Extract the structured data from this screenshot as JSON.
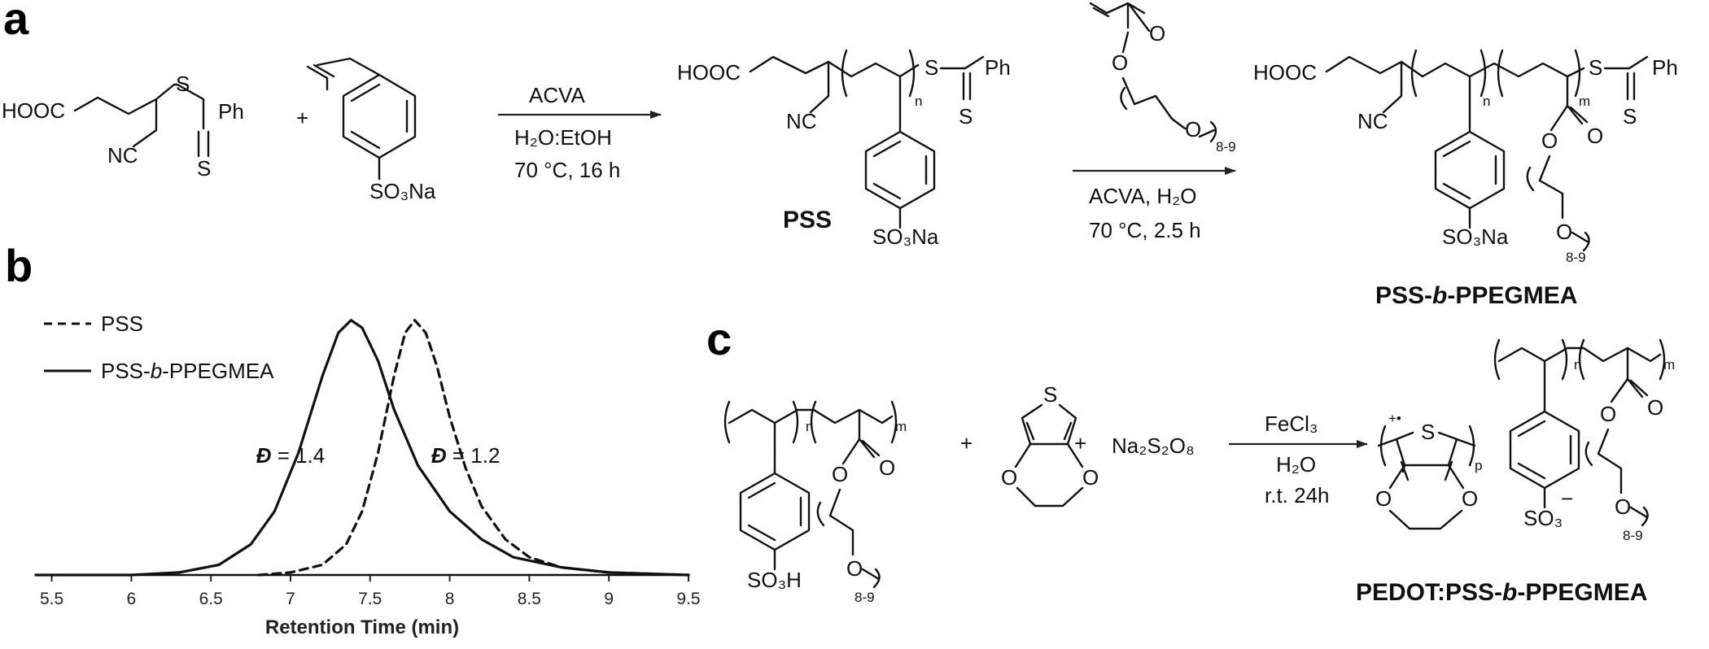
{
  "panels": {
    "a": "a",
    "b": "b",
    "c": "c"
  },
  "scheme_a": {
    "cta_hooc": "HOOC",
    "cta_s": "S",
    "cta_ph": "Ph",
    "cta_nc": "NC",
    "cta_thione_s": "S",
    "plus": "+",
    "monomer_so3na": "SO₃Na",
    "step1_reagent": "ACVA",
    "step1_solvent": "H₂O:EtOH",
    "step1_conditions": "70 °C, 16 h",
    "pss_hooc": "HOOC",
    "pss_nc": "NC",
    "pss_n": "n",
    "pss_s": "S",
    "pss_ph": "Ph",
    "pss_thione_s": "S",
    "pss_so3na": "SO₃Na",
    "pss_name": "PSS",
    "acrylate_o_carbonyl": "O",
    "acrylate_o_ester": "O",
    "acrylate_o_end": "O",
    "acrylate_repeat": "8-9",
    "step2_reagent": "ACVA, H₂O",
    "step2_conditions": "70 °C, 2.5 h",
    "product_hooc": "HOOC",
    "product_nc": "NC",
    "product_n": "n",
    "product_m": "m",
    "product_s": "S",
    "product_ph": "Ph",
    "product_thione_s": "S",
    "product_o_ester": "O",
    "product_o_carbonyl": "O",
    "product_o_end": "O",
    "product_repeat": "8-9",
    "product_so3na": "SO₃Na",
    "product_name_pre": "PSS-",
    "product_name_b": "b",
    "product_name_post": "-PPEGMEA"
  },
  "chart_data": {
    "type": "line",
    "xlabel": "Retention Time (min)",
    "ylabel": "",
    "xlim": [
      5.4,
      9.5
    ],
    "xticks": [
      5.5,
      6,
      6.5,
      7,
      7.5,
      8,
      8.5,
      9,
      9.5
    ],
    "xtick_labels": [
      "5.5",
      "6",
      "6.5",
      "7",
      "7.5",
      "8",
      "8.5",
      "9",
      "9.5"
    ],
    "ylim": [
      0,
      1.05
    ],
    "grid": false,
    "legend_position": "top-left",
    "series": [
      {
        "name": "PSS",
        "style": "dashed",
        "color": "#111111",
        "x": [
          6.8,
          7.0,
          7.2,
          7.35,
          7.45,
          7.55,
          7.65,
          7.72,
          7.78,
          7.85,
          7.92,
          8.0,
          8.1,
          8.2,
          8.35,
          8.5,
          8.7,
          9.0,
          9.5
        ],
        "y": [
          0.0,
          0.01,
          0.04,
          0.12,
          0.25,
          0.48,
          0.78,
          0.95,
          1.0,
          0.95,
          0.82,
          0.62,
          0.42,
          0.27,
          0.14,
          0.07,
          0.03,
          0.01,
          0.0
        ]
      },
      {
        "name": "PSS-b-PPEGMEA",
        "style": "solid",
        "color": "#111111",
        "x": [
          5.4,
          6.0,
          6.3,
          6.55,
          6.75,
          6.9,
          7.05,
          7.2,
          7.3,
          7.38,
          7.45,
          7.55,
          7.65,
          7.8,
          8.0,
          8.2,
          8.4,
          8.7,
          9.0,
          9.5
        ],
        "y": [
          0.0,
          0.0,
          0.01,
          0.04,
          0.12,
          0.25,
          0.48,
          0.78,
          0.95,
          1.0,
          0.97,
          0.84,
          0.65,
          0.43,
          0.25,
          0.14,
          0.07,
          0.03,
          0.01,
          0.0
        ]
      }
    ],
    "annotations": [
      {
        "symbol": "Đ",
        "text": " = 1.4",
        "x": 7.0,
        "y": 0.44
      },
      {
        "symbol": "Đ",
        "text": " = 1.2",
        "x": 8.1,
        "y": 0.44
      }
    ],
    "legend_labels": {
      "pss": "PSS",
      "block_pre": "PSS-",
      "block_b": "b",
      "block_post": "-PPEGMEA"
    }
  },
  "scheme_c": {
    "pss_n": "n",
    "pss_m": "m",
    "o_carbonyl": "O",
    "o_ester": "O",
    "o_end": "O",
    "repeat": "8-9",
    "so3h": "SO₃H",
    "plus1": "+",
    "plus2": "+",
    "edot_s": "S",
    "edot_o1": "O",
    "edot_o2": "O",
    "persulfate": "Na₂S₂O₈",
    "reagent": "FeCl₃",
    "solvent": "H₂O",
    "conditions": "r.t. 24h",
    "pedot_s": "S",
    "pedot_charge": "+•",
    "pedot_p": "p",
    "pedot_o1": "O",
    "pedot_o2": "O",
    "prod_n": "n",
    "prod_m": "m",
    "prod_o_carbonyl": "O",
    "prod_o_ester": "O",
    "prod_o_end": "O",
    "prod_repeat": "8-9",
    "prod_so3": "SO₃",
    "prod_minus": "−",
    "product_name_pre": "PEDOT:PSS-",
    "product_name_b": "b",
    "product_name_post": "-PPEGMEA"
  }
}
